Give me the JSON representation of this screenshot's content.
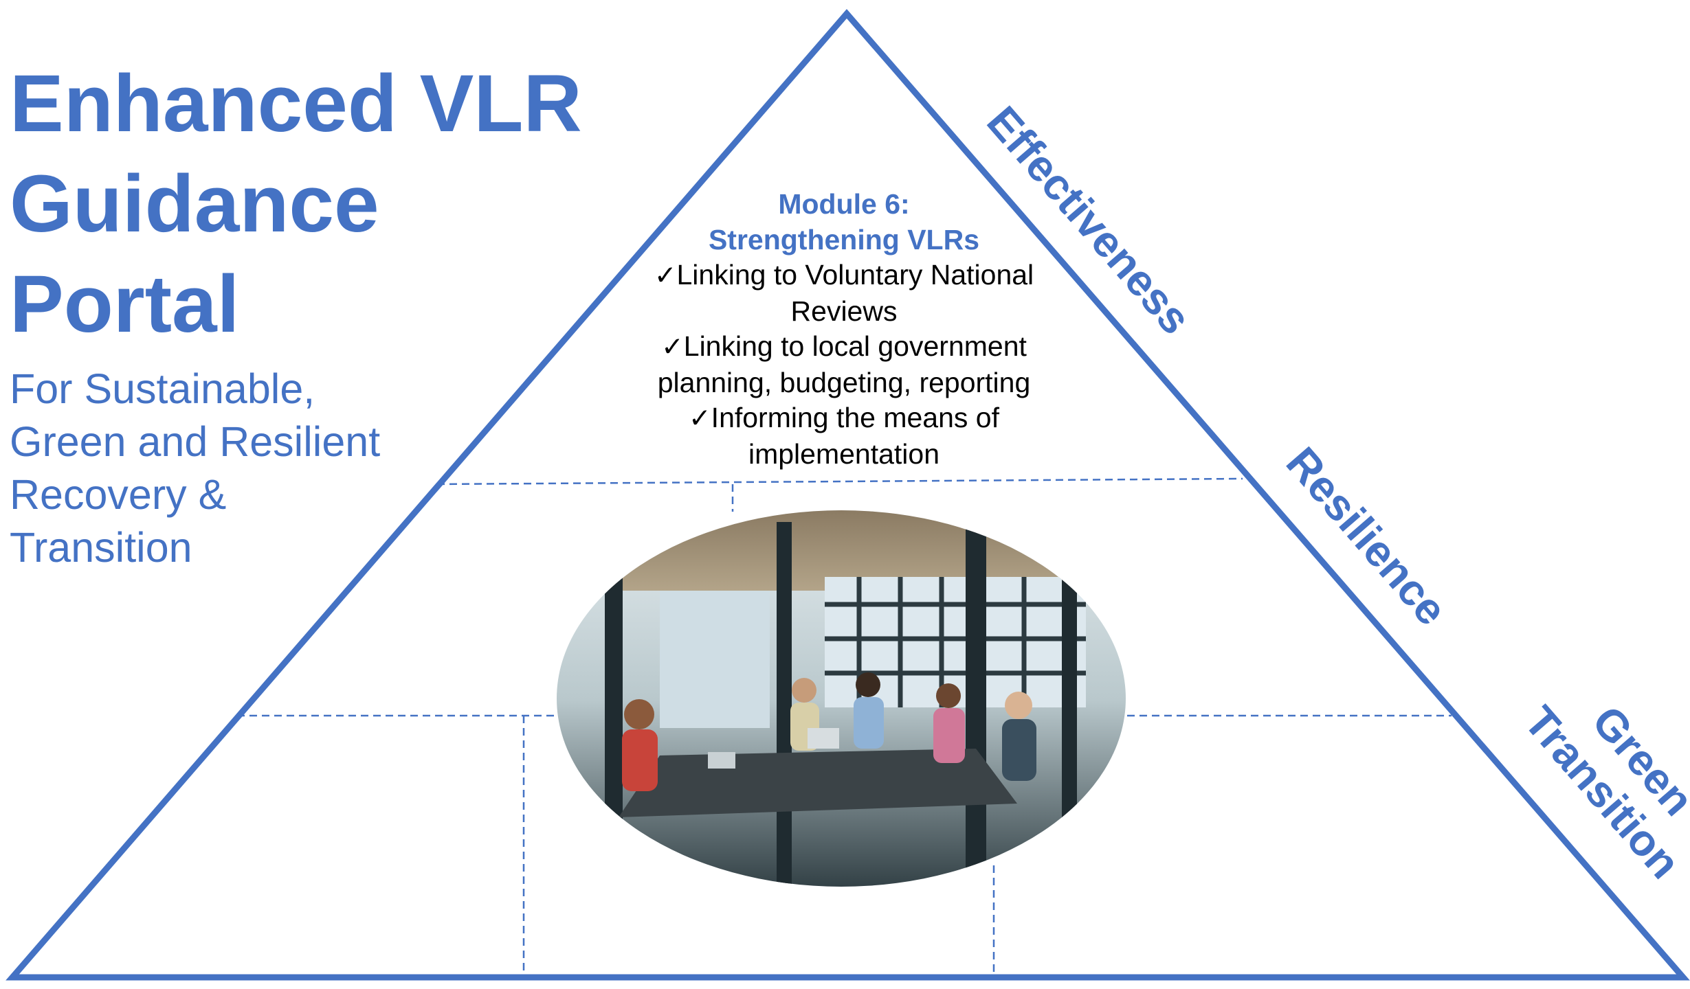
{
  "title": {
    "line1": "Enhanced VLR",
    "line2": "Guidance",
    "line3": "Portal"
  },
  "subtitle": {
    "line1": "For Sustainable,",
    "line2": "Green and Resilient",
    "line3": "Recovery &",
    "line4": "Transition"
  },
  "module": {
    "title_line1": "Module 6:",
    "title_line2": "Strengthening VLRs",
    "check_glyph": "✓",
    "bullet1_line1": "Linking to Voluntary National",
    "bullet1_line2": "Reviews",
    "bullet2_line1": "Linking to local government",
    "bullet2_line2": "planning, budgeting, reporting",
    "bullet3_line1": "Informing the means of",
    "bullet3_line2": "implementation"
  },
  "side_labels": {
    "effectiveness": "Effectiveness",
    "resilience": "Resilience",
    "green": "Green",
    "transition": "Transition"
  },
  "photo": {
    "icon": "meeting-room-photo"
  },
  "colors": {
    "accent": "#4472c4",
    "text": "#000000",
    "background": "#ffffff"
  }
}
